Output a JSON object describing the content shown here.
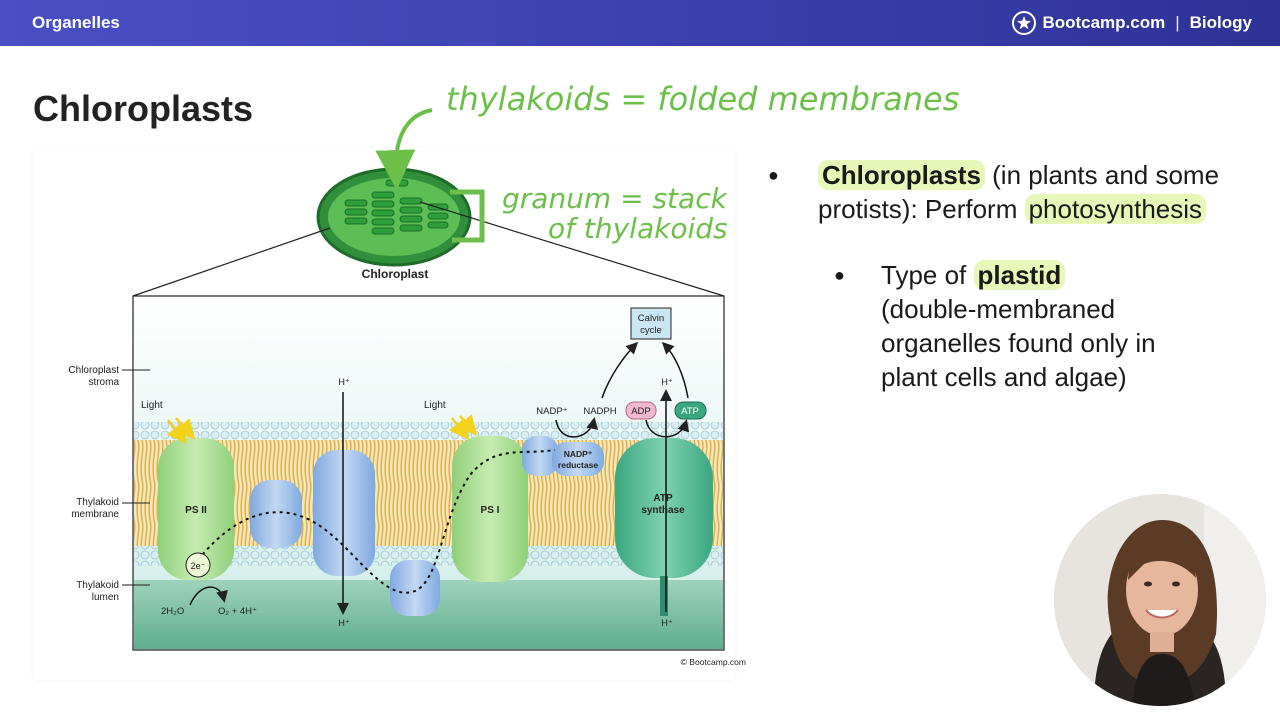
{
  "topbar": {
    "section": "Organelles",
    "brand": "Bootcamp.com",
    "subject": "Biology"
  },
  "slide": {
    "title": "Chloroplasts"
  },
  "annotations": {
    "thylakoids": "thylakoids = folded membranes",
    "granum_line1": "granum = stack",
    "granum_line2": "of thylakoids"
  },
  "figure": {
    "chloroplast_label": "Chloroplast",
    "stroma_line1": "Chloroplast",
    "stroma_line2": "stroma",
    "membrane_line1": "Thylakoid",
    "membrane_line2": "membrane",
    "lumen_line1": "Thylakoid",
    "lumen_line2": "lumen",
    "light1": "Light",
    "light2": "Light",
    "ps2": "PS II",
    "ps1": "PS I",
    "electron": "2e⁻",
    "water": "2H₂O",
    "oxygen": "O₂ + 4H⁺",
    "hplus_top_left": "H⁺",
    "hplus_bottom_left": "H⁺",
    "hplus_top_right": "H⁺",
    "hplus_bottom_right": "H⁺",
    "nadp": "NADP⁺",
    "nadph": "NADPH",
    "nadp_reductase_line1": "NADP⁺",
    "nadp_reductase_line2": "reductase",
    "adp": "ADP",
    "atp": "ATP",
    "calvin_line1": "Calvin",
    "calvin_line2": "cycle",
    "atp_synthase_line1": "ATP",
    "atp_synthase_line2": "synthase",
    "copyright": "© Bootcamp.com"
  },
  "bullets": {
    "b1_term": "Chloroplasts",
    "b1_mid": " (in plants and some protists): Perform ",
    "b1_term2": "photosynthesis",
    "b2_pre": "Type of ",
    "b2_term": "plastid",
    "b2_rest": " (double-membraned organelles found only in plant cells and algae)"
  },
  "colors": {
    "topbar": "#3b3fae",
    "highlight": "#e6f7b8",
    "ink_green": "#6cc04a"
  }
}
